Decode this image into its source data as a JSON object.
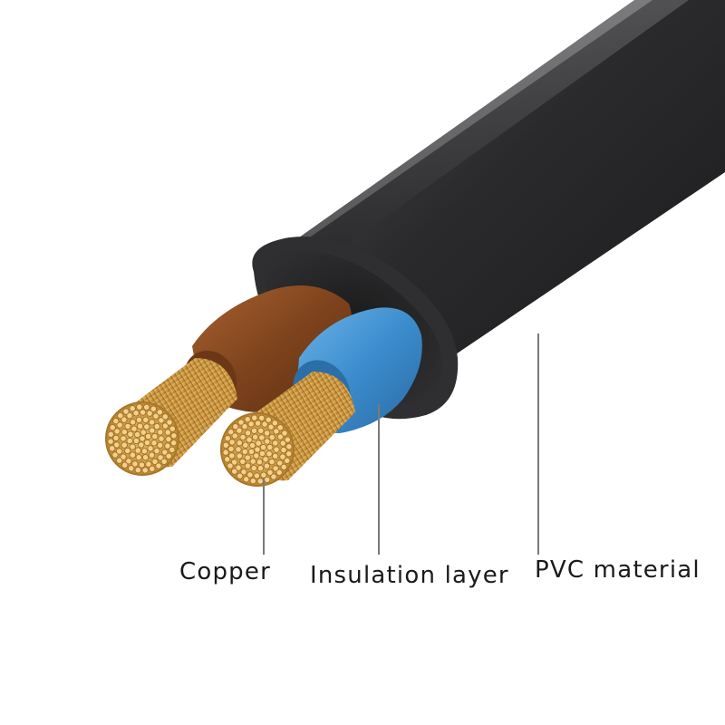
{
  "labels": {
    "copper": "Copper",
    "insulation": "Insulation layer",
    "pvc": "PVC material"
  },
  "colors": {
    "jacket": "#2b2b2d",
    "brown_insulation": "#8a4a22",
    "blue_insulation": "#3f8fd0",
    "copper": "#d4a04a",
    "leader_line": "#777777"
  }
}
